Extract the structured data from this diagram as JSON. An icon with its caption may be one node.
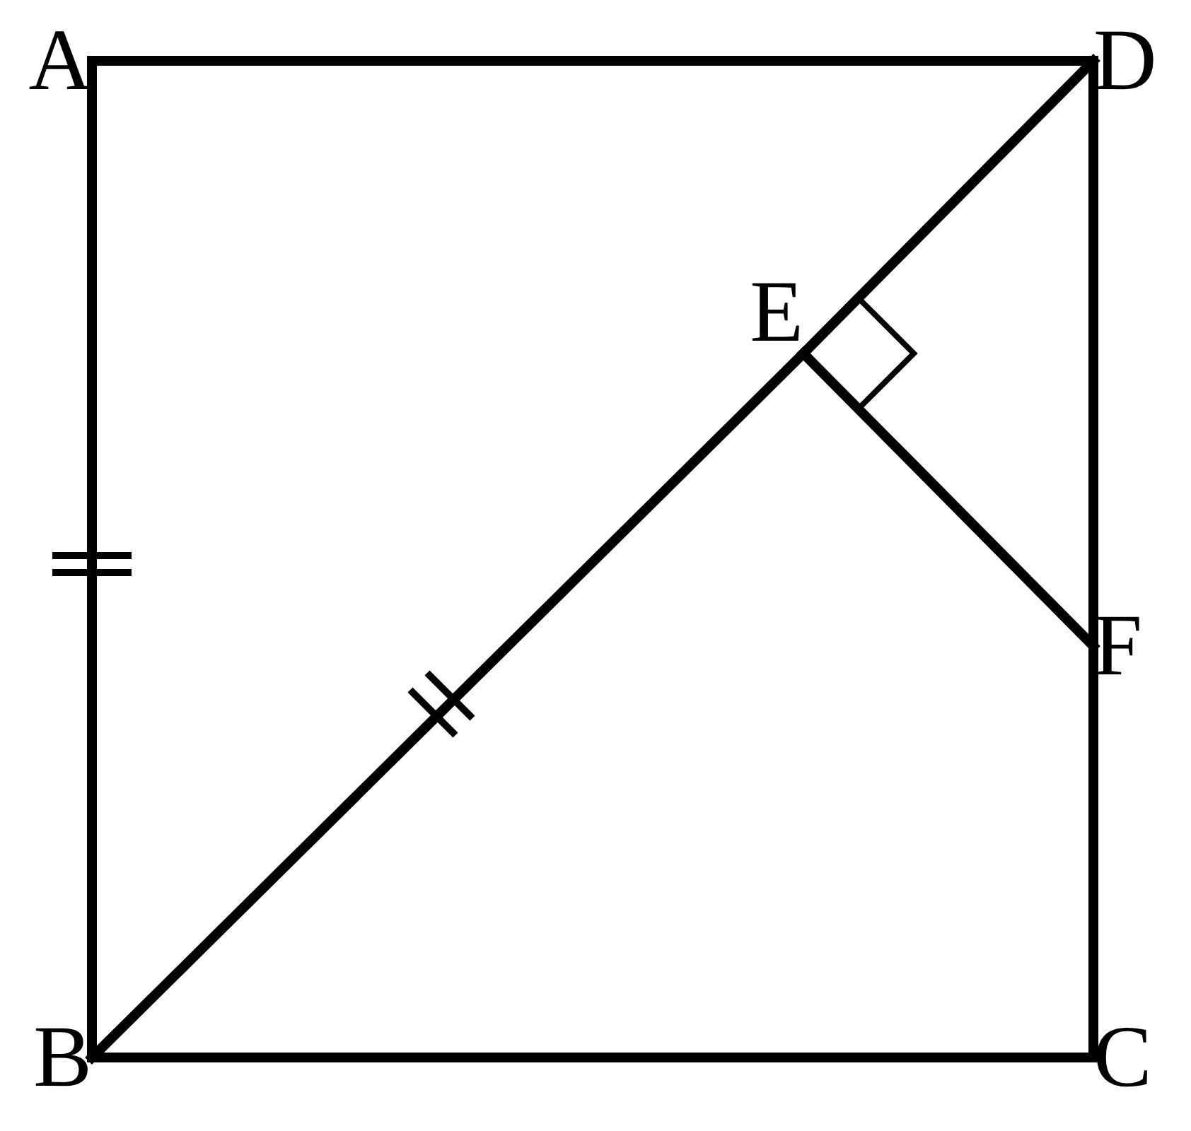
{
  "diagram": {
    "nodes": [
      {
        "text": [
          "A"
        ]
      },
      {
        "text": [
          "D"
        ]
      },
      {
        "text": [
          "E"
        ]
      },
      {
        "text": [
          "F"
        ]
      },
      {
        "text": [
          "B"
        ]
      },
      {
        "text": [
          "C"
        ]
      }
    ],
    "edges": [
      {
        "from": 0,
        "to": 1,
        "arrow": "none"
      },
      {
        "from": 0,
        "to": 4,
        "arrow": "none"
      },
      {
        "from": 4,
        "to": 5,
        "arrow": "none"
      },
      {
        "from": 1,
        "to": 3,
        "arrow": "none"
      },
      {
        "from": 3,
        "to": 5,
        "arrow": "none"
      },
      {
        "from": 4,
        "to": 2,
        "arrow": "none"
      },
      {
        "from": 2,
        "to": 1,
        "arrow": "none"
      },
      {
        "from": 2,
        "to": 3,
        "arrow": "none"
      }
    ]
  }
}
